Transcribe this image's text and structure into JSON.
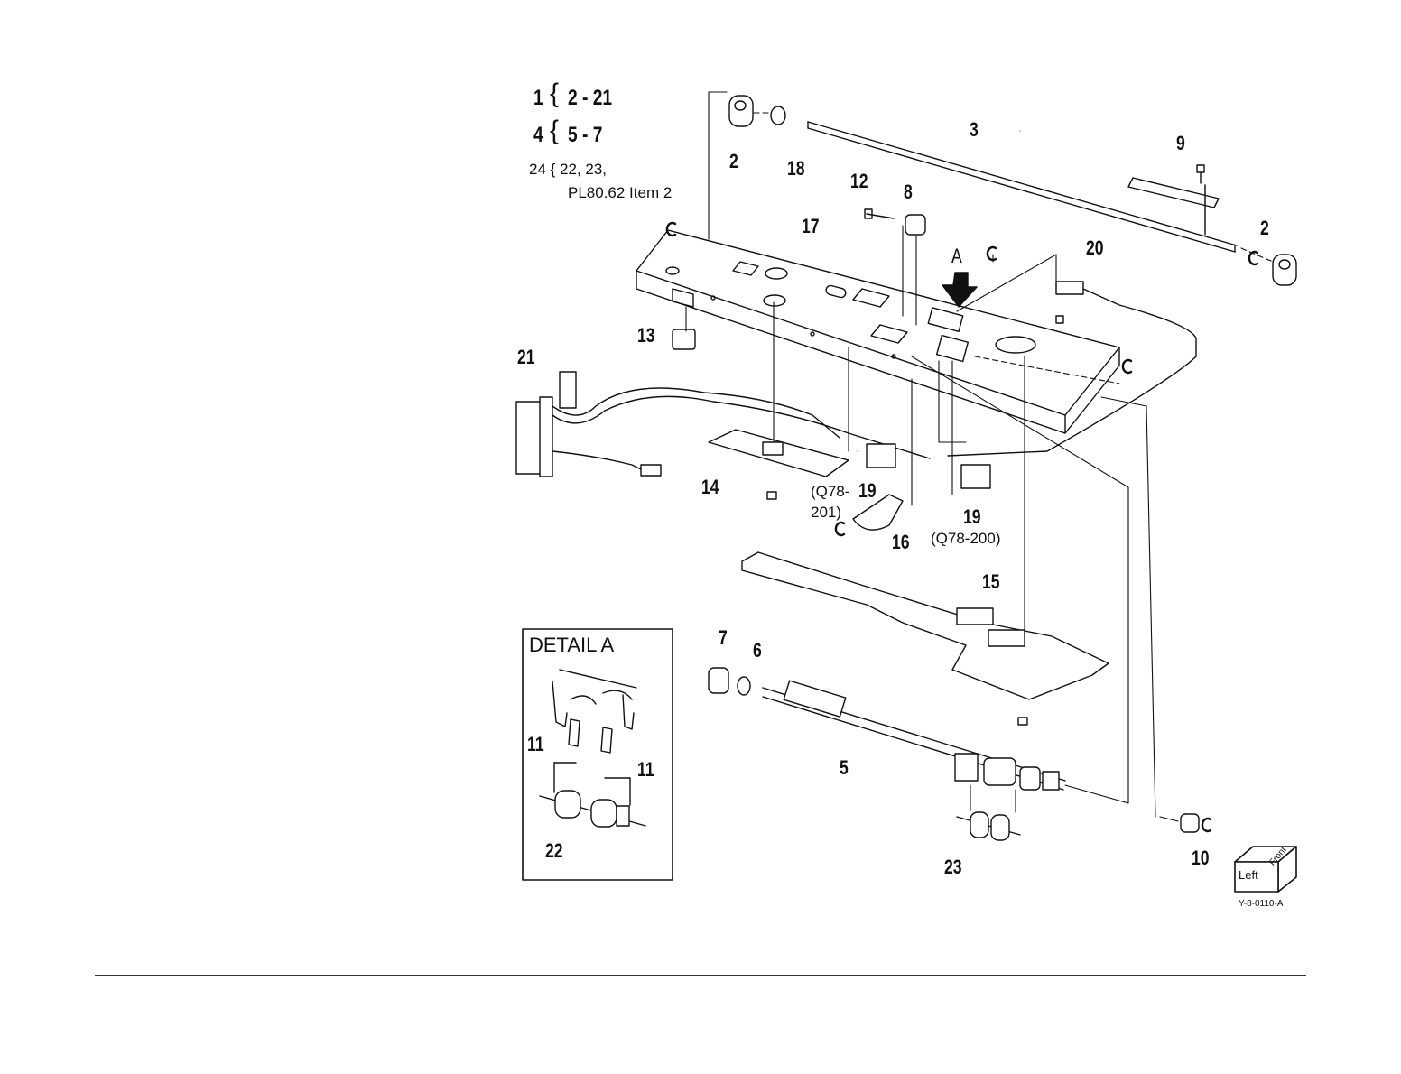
{
  "legend": {
    "row1": {
      "main": "1",
      "range": "2 - 21"
    },
    "row2": {
      "main": "4",
      "range": "5 - 7"
    },
    "row3_line1": "24 { 22, 23,",
    "row3_line2": "PL80.62 Item 2"
  },
  "callouts": {
    "c1": "2",
    "c2": "18",
    "c3": "3",
    "c4": "9",
    "c5": "12",
    "c6": "8",
    "c7": "17",
    "c8": "A",
    "c9": "20",
    "c10": "2",
    "c11": "13",
    "c12": "21",
    "c13": "14",
    "c14": "(Q78-",
    "c15": "19",
    "c16": "201)",
    "c17": "16",
    "c18": "19",
    "c19": "(Q78-200)",
    "c20": "15",
    "c21": "7",
    "c22": "6",
    "c23": "5",
    "c24": "23",
    "c25": "10",
    "c26": "11",
    "c27": "11",
    "c28": "22"
  },
  "detail": {
    "title": "DETAIL A"
  },
  "cube": {
    "left": "Left",
    "front": "Front"
  },
  "figure_ref": "Y-8-0110-A",
  "icons": [
    "direction-cube-icon",
    "arrow-down-icon",
    "e-clip-icon",
    "screw-icon"
  ]
}
